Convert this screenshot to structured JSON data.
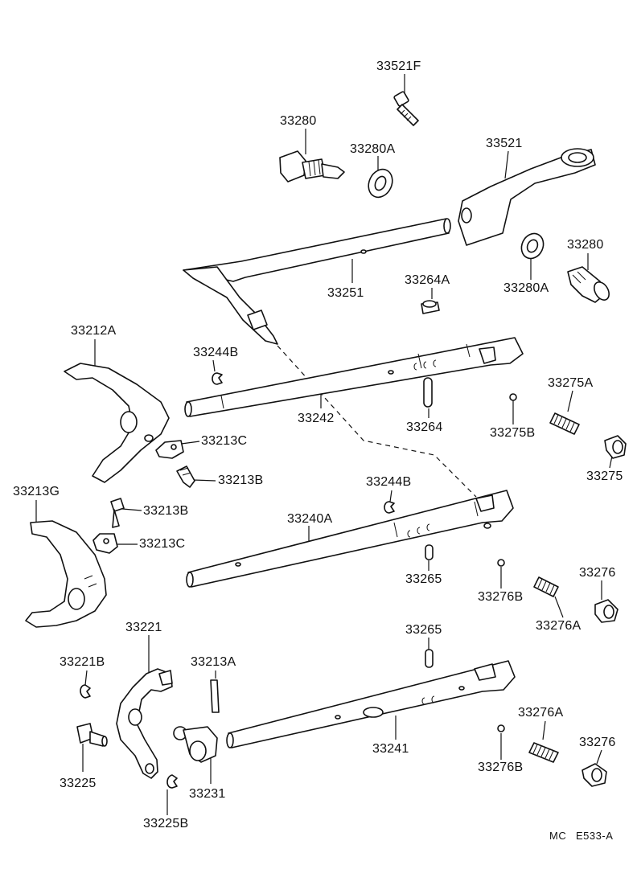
{
  "labels": {
    "p33521F": "33521F",
    "p33280_top": "33280",
    "p33280A_top": "33280A",
    "p33521": "33521",
    "p33280_right": "33280",
    "p33280A_right": "33280A",
    "p33264A": "33264A",
    "p33251": "33251",
    "p33212A": "33212A",
    "p33244B_top": "33244B",
    "p33242": "33242",
    "p33264": "33264",
    "p33275A": "33275A",
    "p33275B": "33275B",
    "p33275": "33275",
    "p33213C_top": "33213C",
    "p33213B_top": "33213B",
    "p33213G": "33213G",
    "p33244B_mid": "33244B",
    "p33213B_mid": "33213B",
    "p33240A": "33240A",
    "p33213C_mid": "33213C",
    "p33265_mid": "33265",
    "p33276B_mid": "33276B",
    "p33276_mid": "33276",
    "p33276A_mid": "33276A",
    "p33221": "33221",
    "p33265_low": "33265",
    "p33221B": "33221B",
    "p33213A": "33213A",
    "p33276A_low": "33276A",
    "p33241": "33241",
    "p33276_low": "33276",
    "p33225": "33225",
    "p33231": "33231",
    "p33276B_low": "33276B",
    "p33225B": "33225B"
  },
  "footer": {
    "code_left": "MC",
    "code_right": "E533-A"
  }
}
